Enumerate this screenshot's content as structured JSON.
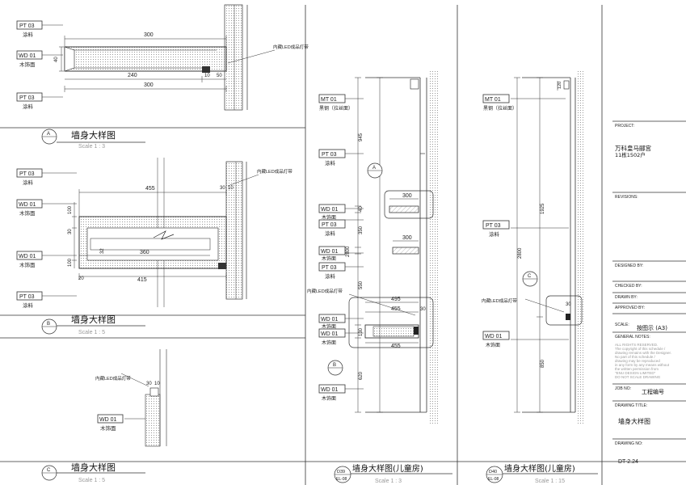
{
  "tags": {
    "pt03": "PT 03",
    "wd01": "WD 01",
    "mt01": "MT 01"
  },
  "materials": {
    "paint": "涂料",
    "wood": "木饰面",
    "brushed": "黑钢（拉丝面）",
    "led": "内藏LED成品灯带"
  },
  "details": {
    "a": {
      "marker": "A",
      "title": "墙身大样图",
      "scale": "Scale 1 : 3"
    },
    "b": {
      "marker": "B",
      "title": "墙身大样图",
      "scale": "Scale 1 : 5"
    },
    "c": {
      "marker": "C",
      "title": "墙身大样图",
      "scale": "Scale 1 : 5"
    },
    "d39": {
      "code": "D39",
      "sheet": "EL-08",
      "title": "墙身大样图(儿童房)",
      "scale": "Scale 1 : 3"
    },
    "d40": {
      "code": "D40",
      "sheet": "EL-08",
      "title": "墙身大样图(儿童房)",
      "scale": "Scale 1 : 15"
    }
  },
  "dims": {
    "a": {
      "top": "300",
      "mid": "240",
      "bottom": "300",
      "h": "40",
      "s1": "10",
      "s2": "50"
    },
    "b": {
      "top": "455",
      "mid": "360",
      "bottom": "415",
      "s1": "30",
      "s2": "10",
      "s3": "20",
      "v1": "100",
      "v2": "30",
      "v3": "100",
      "v4": "32"
    },
    "c": {
      "s1": "30",
      "s2": "10"
    },
    "d39": {
      "v1": "945",
      "v2": "40",
      "v3": "350",
      "v4": "2800",
      "v5": "550",
      "v6": "130",
      "v7": "620",
      "w1": "300",
      "w2": "300",
      "w3": "495",
      "w4": "455",
      "w5": "455",
      "r1": "30"
    },
    "d40": {
      "top": "120",
      "v1": "1925",
      "v2": "2800",
      "v3": "850",
      "s": "30"
    }
  },
  "title_block": {
    "project_label": "PROJECT:",
    "project_name": "万科皇马郦宫",
    "project_unit": "11栋1502户",
    "revisions_label": "REVISIONS:",
    "designed_label": "DESIGNED BY:",
    "checked_label": "CHECKED BY:",
    "drawn_label": "DRAWN BY:",
    "approved_label": "APPROVED BY:",
    "scale_label": "SCALE:",
    "scale_value": "按图示 (A3)",
    "notes_label": "GENERAL NOTES:",
    "notes": [
      "ALL RIGHTS RESERVED.",
      "The copyright of this schedule /",
      "drawing remains with the Designer.",
      "No part of this schedule /",
      "drawing may be reproduced",
      "in any form by any means without",
      "the written permission from",
      "\"ENU DESIGN LIMITED\"",
      "DO NOT SCALE DRAWING"
    ],
    "job_label": "JOB NO:",
    "job_value": "工程编号",
    "drawing_title_label": "DRAWING TITLE:",
    "drawing_title": "墙身大样图",
    "drawing_no_label": "DRAWING NO:",
    "drawing_no": "DT-2.24"
  }
}
